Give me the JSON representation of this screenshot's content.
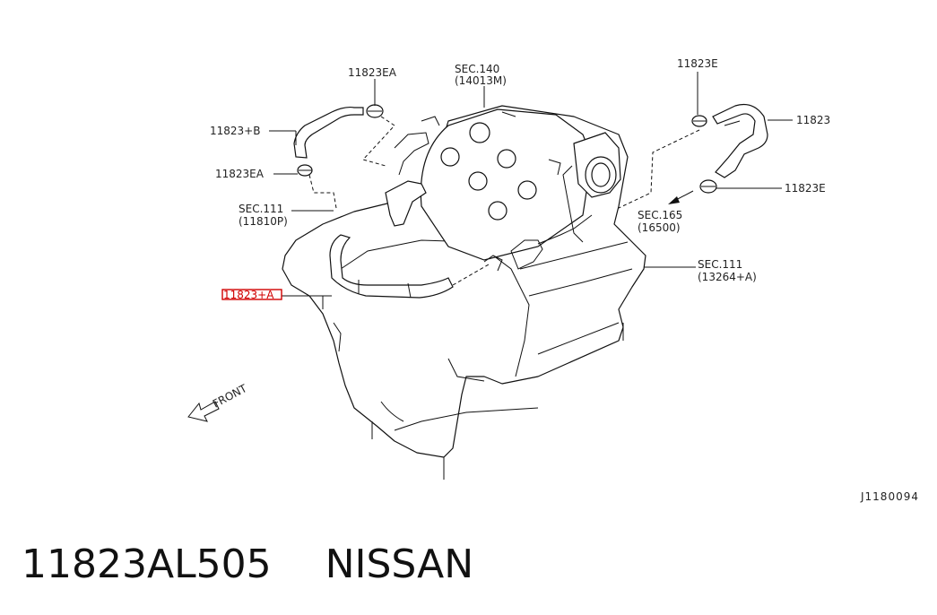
{
  "diagram": {
    "callouts": {
      "c_11823ea_top": "11823EA",
      "c_sec140": "SEC.140",
      "c_sec140_ref": "(14013M)",
      "c_11823e_top": "11823E",
      "c_11823": "11823",
      "c_11823b": "11823+B",
      "c_11823ea_left": "11823EA",
      "c_sec111_left": "SEC.111",
      "c_sec111_left_ref": "(11810P)",
      "c_11823e_right": "11823E",
      "c_sec165": "SEC.165",
      "c_sec165_ref": "(16500)",
      "c_sec111_right": "SEC.111",
      "c_sec111_right_ref": "(13264+A)",
      "c_11823a": "11823+A",
      "front": "FRONT",
      "drawing_code": "J1180094"
    },
    "highlight_color": "#d10000"
  },
  "footer": {
    "part_number": "11823AL505",
    "brand": "NISSAN"
  }
}
